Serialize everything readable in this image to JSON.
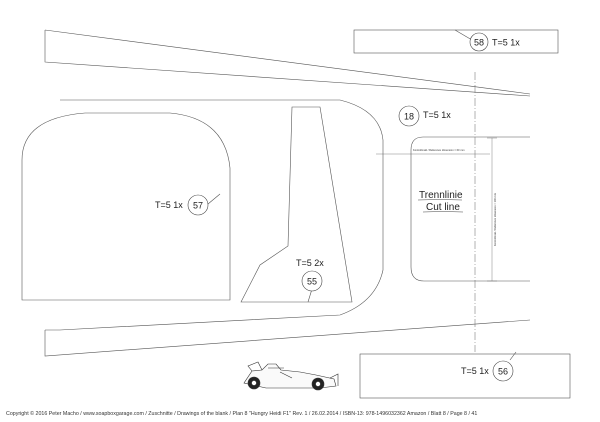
{
  "parts": {
    "p58": {
      "qty": "T=5 1x",
      "number": "58"
    },
    "p18": {
      "qty": "T=5 1x",
      "number": "18"
    },
    "p57": {
      "qty": "T=5 1x",
      "number": "57"
    },
    "p55": {
      "qty": "T=5 2x",
      "number": "55"
    },
    "p56": {
      "qty": "T=5 1x",
      "number": "56"
    }
  },
  "cut_line": {
    "line1": "Trennlinie",
    "line2": "Cut line"
  },
  "dimensions": {
    "horizontal": "Kontrollmaß / Reference dimension = 60 mm",
    "vertical": "Kontrollmaß / Reference dimension = 100 mm"
  },
  "footer": "Copyright © 2016 Peter Macho / www.soapboxgarage.com / Zuschnitte / Drawings of the blank / Plan 8 \"Hungry Heidi F1\" Rev. 1 / 26.02.2014 / ISBN-13: 978-1496032362 Amazon / Blatt 8 / Page 8 / 41"
}
